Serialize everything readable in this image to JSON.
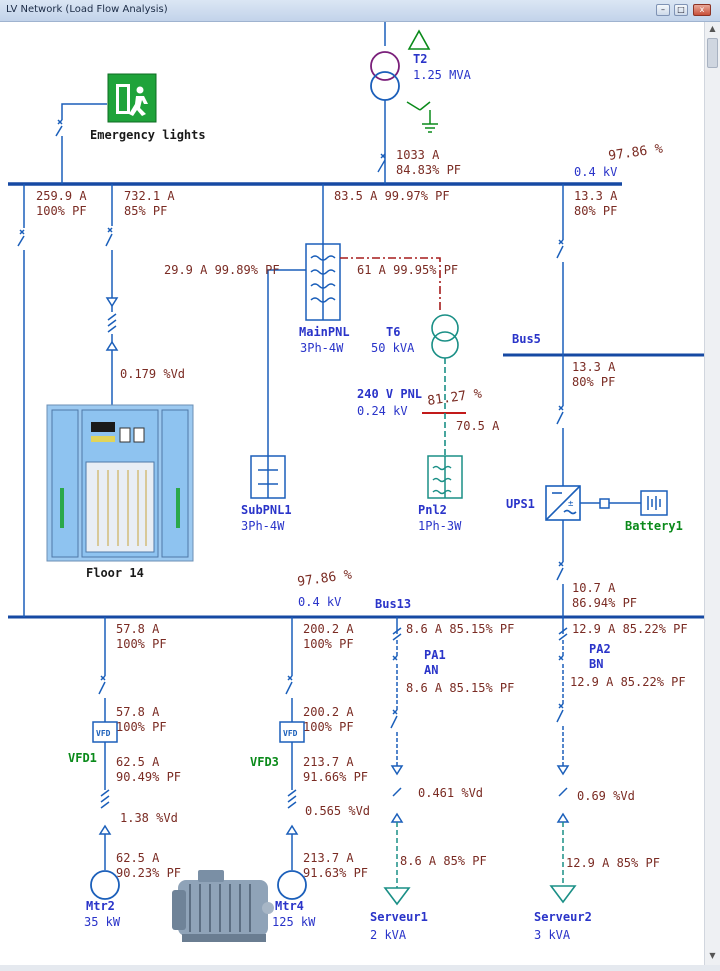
{
  "window": {
    "title": "LV Network (Load Flow Analysis)",
    "controls": {
      "minimize": "–",
      "maximize": "□",
      "close": "x"
    }
  },
  "colors": {
    "wire": "#1b5fba",
    "text_blue": "#2a34c9",
    "text_dark_red": "#7a2b23",
    "text_green": "#0a8a1a",
    "text_red_wire": "#c21a1a",
    "teal": "#1a8f86",
    "bus": "#1649a3"
  },
  "diagram": {
    "transformer_t2": {
      "name": "T2",
      "rating": "1.25 MVA",
      "amps": "1033 A",
      "pf": "84.83% PF"
    },
    "main_bus": {
      "voltage_pct": "97.86 %",
      "kv": "0.4 kV"
    },
    "emergency": {
      "label": "Emergency lights",
      "amps": "259.9 A",
      "pf": "100% PF"
    },
    "floor14": {
      "label": "Floor 14",
      "amps": "732.1 A",
      "pf": "85% PF",
      "vd": "0.179 %Vd"
    },
    "mainpnl": {
      "name": "MainPNL",
      "type": "3Ph-4W",
      "in": "83.5 A 99.97% PF",
      "left_out": "29.9 A 99.89% PF",
      "right_out": "61 A 99.95% PF"
    },
    "t6": {
      "name": "T6",
      "rating": "50 kVA"
    },
    "pnl240": {
      "name": "240 V PNL",
      "kv": "0.24 kV",
      "voltage_pct": "81.27 %",
      "amps": "70.5 A"
    },
    "subpnl1": {
      "name": "SubPNL1",
      "type": "3Ph-4W"
    },
    "pnl2": {
      "name": "Pnl2",
      "type": "1Ph-3W"
    },
    "bus5": {
      "name": "Bus5",
      "feed_amps": "13.3 A",
      "feed_pf": "80% PF",
      "amps": "13.3 A",
      "pf": "80% PF"
    },
    "ups1": {
      "name": "UPS1",
      "out_amps": "10.7 A",
      "out_pf": "86.94% PF"
    },
    "battery1": {
      "name": "Battery1"
    },
    "bus13": {
      "name": "Bus13",
      "voltage_pct": "97.86 %",
      "kv": "0.4 kV"
    },
    "mtr2": {
      "name": "Mtr2",
      "rating": "35 kW",
      "vfd": "VFD1",
      "vd": "1.38 %Vd",
      "a1": "57.8 A",
      "pf1": "100% PF",
      "a2": "57.8 A",
      "pf2": "100% PF",
      "a3": "62.5 A",
      "pf3": "90.49% PF",
      "a4": "62.5 A",
      "pf4": "90.23% PF"
    },
    "mtr4": {
      "name": "Mtr4",
      "rating": "125 kW",
      "vfd": "VFD3",
      "vd": "0.565 %Vd",
      "a1": "200.2 A",
      "pf1": "100% PF",
      "a2": "200.2 A",
      "pf2": "100% PF",
      "a3": "213.7 A",
      "pf3": "91.66% PF",
      "a4": "213.7 A",
      "pf4": "91.63% PF"
    },
    "serveur1": {
      "name": "Serveur1",
      "rating": "2 kVA",
      "pa_name": "PA1",
      "pa_phase": "AN",
      "vd": "0.461 %Vd",
      "a1": "8.6 A 85.15% PF",
      "a2": "8.6 A 85.15% PF",
      "a3": "8.6 A 85% PF"
    },
    "serveur2": {
      "name": "Serveur2",
      "rating": "3 kVA",
      "pa_name": "PA2",
      "pa_phase": "BN",
      "vd": "0.69 %Vd",
      "a1": "12.9 A 85.22% PF",
      "a2": "12.9 A 85.22% PF",
      "a3": "12.9 A 85% PF"
    },
    "vfd_box_label": "VFD",
    "ups_symbol": "±"
  }
}
